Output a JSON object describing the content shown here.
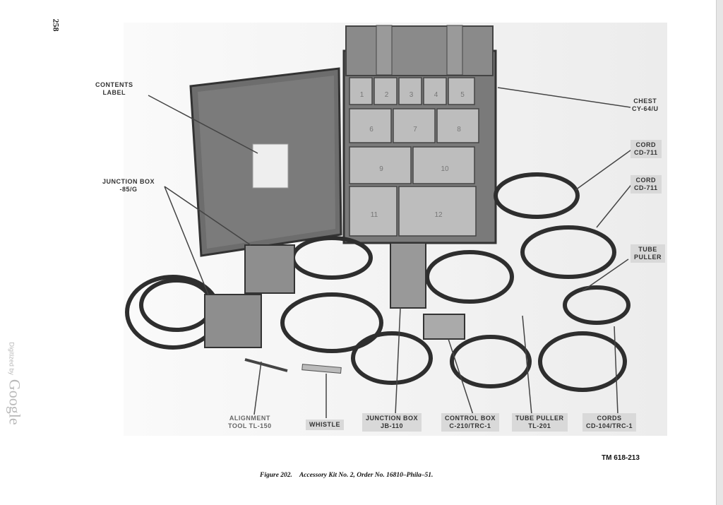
{
  "page_number": "258",
  "watermark": {
    "small": "Digitized by",
    "brand": "Google"
  },
  "figure": {
    "labels": {
      "contents_label": [
        "CONTENTS",
        "LABEL"
      ],
      "junction_box_left": [
        "JUNCTION BOX",
        "-85/G"
      ],
      "chest": [
        "CHEST",
        "CY-64/U"
      ],
      "cord_1": [
        "CORD",
        "CD-711"
      ],
      "cord_2": [
        "CORD",
        "CD-711"
      ],
      "tube_puller_right": [
        "TUBE",
        "PULLER"
      ],
      "alignment_tool": [
        "ALIGNMENT",
        "TOOL TL-150"
      ],
      "whistle": [
        "WHISTLE"
      ],
      "junction_box_bottom": [
        "JUNCTION BOX",
        "JB-110"
      ],
      "control_box": [
        "CONTROL BOX",
        "C-210/TRC-1"
      ],
      "tube_puller_bottom": [
        "TUBE PULLER",
        "TL-201"
      ],
      "cords": [
        "CORDS",
        "CD-104/TRC-1"
      ]
    },
    "drawer_numbers": [
      "1",
      "2",
      "3",
      "4",
      "5",
      "6",
      "7",
      "8",
      "9",
      "10",
      "11",
      "12"
    ]
  },
  "tm_number": "TM 618-213",
  "caption": {
    "figure": "Figure 202.",
    "text": "Accessory Kit No. 2, Order No. 16810–Phila–51."
  }
}
